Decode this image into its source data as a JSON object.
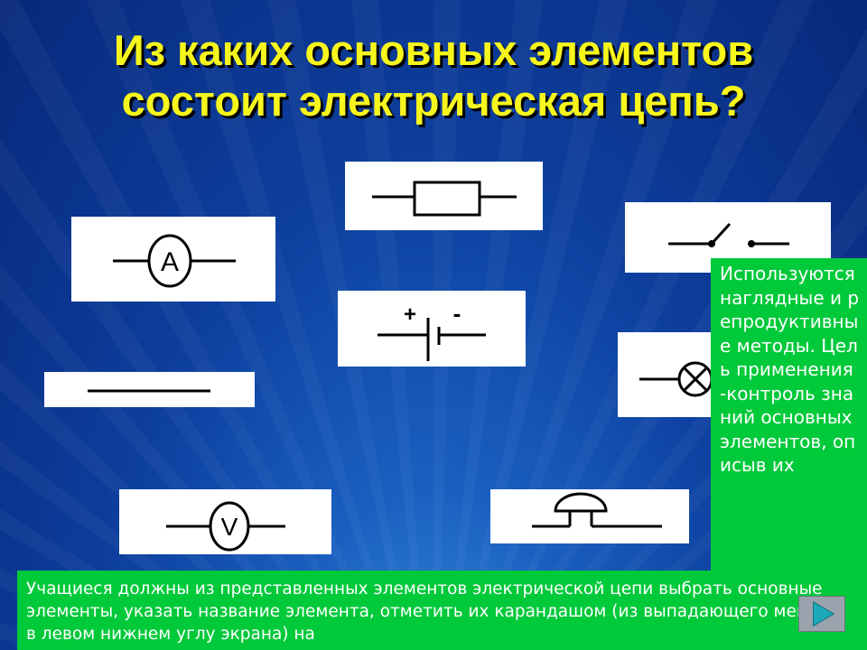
{
  "slide": {
    "title_line1": "Из каких основных элементов",
    "title_line2": "состоит электрическая цепь?"
  },
  "symbols": [
    {
      "name": "ammeter",
      "letter": "A"
    },
    {
      "name": "resistor"
    },
    {
      "name": "switch"
    },
    {
      "name": "battery",
      "plus": "+",
      "minus": "-"
    },
    {
      "name": "lamp"
    },
    {
      "name": "wire"
    },
    {
      "name": "voltmeter",
      "letter": "V"
    },
    {
      "name": "bell"
    }
  ],
  "side_note": {
    "text": "Используются наглядные и репродуктивные методы. Цель применения -контроль знаний основных элементов, описыв их"
  },
  "footer": {
    "text": "Учащиеся должны из представленных элементов электрической цепи выбрать основные элементы, указать название элемента, отметить их карандашом (из выпадающего меню в левом нижнем углу экрана) на"
  },
  "colors": {
    "title": "#f7f61c",
    "panel": "#00c93a"
  },
  "nav_icon": "next-arrow-icon"
}
